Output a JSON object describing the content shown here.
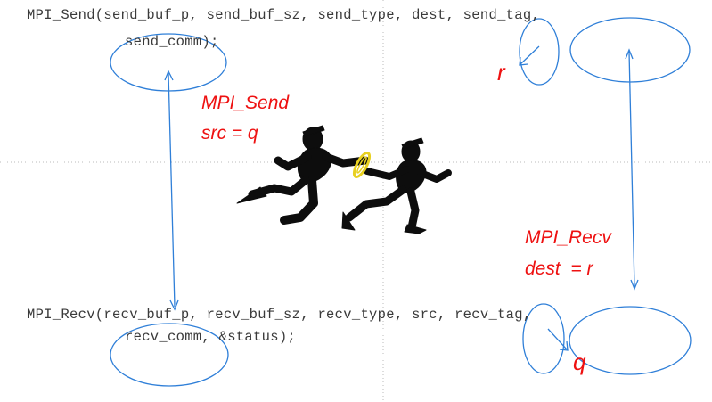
{
  "code": {
    "send_line1": "MPI_Send(send_buf_p, send_buf_sz, send_type, dest, send_tag,",
    "send_line2": "send_comm);",
    "recv_line1": "MPI_Recv(recv_buf_p, recv_buf_sz, recv_type, src, recv_tag,",
    "recv_line2": "recv_comm, &status);"
  },
  "annotations": {
    "send_title": "MPI_Send",
    "send_src": "src = q",
    "recv_title": "MPI_Recv",
    "recv_dest": "dest  = r",
    "dest_value": "r",
    "src_value": "q"
  },
  "icons": {
    "illustration": "relay-runners-baton-icon"
  },
  "colors": {
    "annotation_text": "#ee1111",
    "annotation_lines": "#2f7fd8",
    "code_text": "#3a3a3a",
    "guides": "#bbbbbb",
    "baton": "#e8d020"
  }
}
